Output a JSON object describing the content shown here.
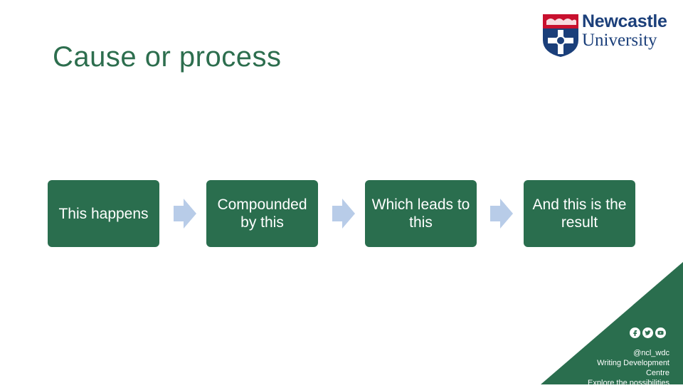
{
  "slide": {
    "title": "Cause or process"
  },
  "logo": {
    "line1": "Newcastle",
    "line2": "University"
  },
  "steps": [
    {
      "label": "This happens"
    },
    {
      "label": "Compounded by this"
    },
    {
      "label": "Which leads to this"
    },
    {
      "label": "And this is the result"
    }
  ],
  "footer": {
    "handle": "@ncl_wdc",
    "line2": "Writing Development",
    "line3": "Centre",
    "tagline": "Explore the possibilities"
  },
  "colors": {
    "brand_green": "#2a6e4e",
    "arrow_blue": "#b8cce8",
    "logo_blue": "#1b3f7a",
    "logo_red": "#c8102e"
  },
  "icons": [
    "facebook-icon",
    "twitter-icon",
    "youtube-icon"
  ]
}
